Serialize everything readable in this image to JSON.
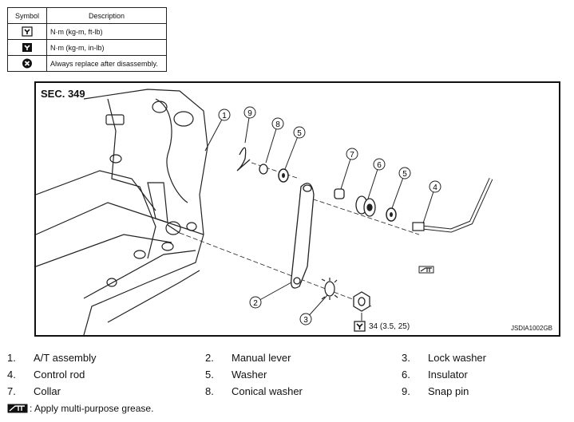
{
  "legend": {
    "header_symbol": "Symbol",
    "header_description": "Description",
    "rows": [
      {
        "icon": "torque-wrench-icon",
        "description": "N·m (kg-m, ft-lb)"
      },
      {
        "icon": "torque-wrench-inlb-icon",
        "description": "N·m (kg-m, in-lb)"
      },
      {
        "icon": "always-replace-icon",
        "description": "Always replace after disassembly."
      }
    ]
  },
  "diagram": {
    "section": "SEC. 349",
    "code": "JSDIA1002GB",
    "torque_spec": "34 (3.5, 25)",
    "callouts": [
      "1",
      "2",
      "3",
      "4",
      "5",
      "5",
      "6",
      "7",
      "8",
      "9"
    ]
  },
  "parts": [
    {
      "num": "1.",
      "name": "A/T assembly"
    },
    {
      "num": "2.",
      "name": "Manual lever"
    },
    {
      "num": "3.",
      "name": "Lock washer"
    },
    {
      "num": "4.",
      "name": "Control rod"
    },
    {
      "num": "5.",
      "name": "Washer"
    },
    {
      "num": "6.",
      "name": "Insulator"
    },
    {
      "num": "7.",
      "name": "Collar"
    },
    {
      "num": "8.",
      "name": "Conical washer"
    },
    {
      "num": "9.",
      "name": "Snap pin"
    }
  ],
  "grease_note": ": Apply multi-purpose grease."
}
